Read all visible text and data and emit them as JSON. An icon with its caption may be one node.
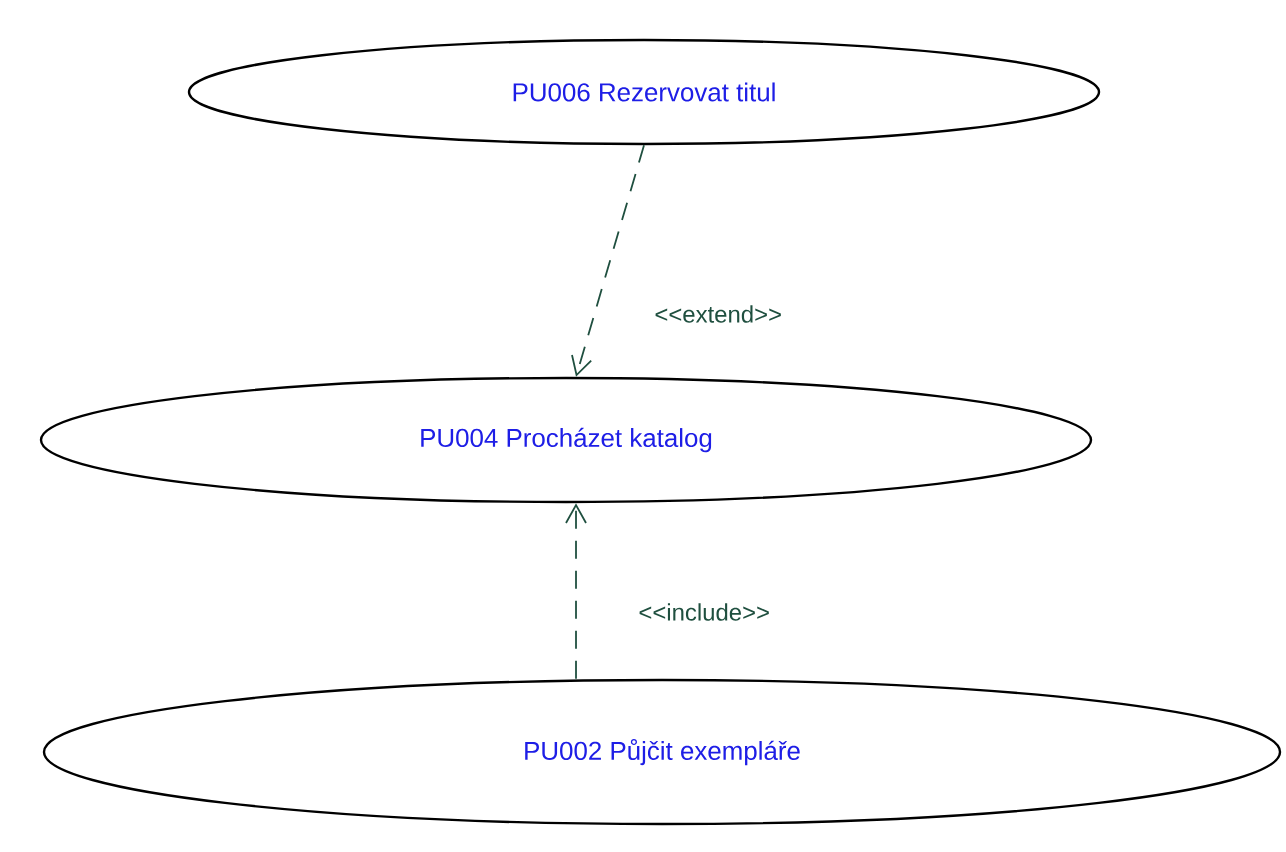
{
  "diagram": {
    "nodes": [
      {
        "text": [
          "PU006 Rezervovat titul"
        ]
      },
      {
        "text": [
          "PU004 Procházet katalog"
        ]
      },
      {
        "text": [
          "PU002 Půjčit exempláře"
        ]
      }
    ],
    "edges": [
      {
        "from": 0,
        "to": 1,
        "arrow": "to",
        "style": "dashed",
        "label": "<<extend>>"
      },
      {
        "from": 2,
        "to": 1,
        "arrow": "to",
        "style": "dashed",
        "label": "<<include>>"
      }
    ]
  }
}
